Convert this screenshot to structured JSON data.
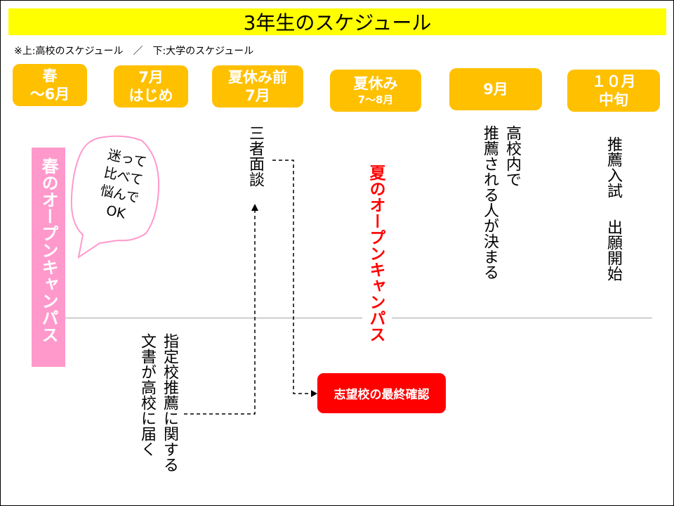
{
  "title": "3年生のスケジュール",
  "legend_note": "※上:高校のスケジュール　／　下:大学のスケジュール",
  "periods": [
    {
      "line1": "春",
      "line2": "～6月"
    },
    {
      "line1": "7月",
      "line2": "はじめ"
    },
    {
      "line1": "夏休み前",
      "line2": "7月"
    },
    {
      "line1": "夏休み",
      "line2": "7～8月"
    },
    {
      "line1": "9月",
      "line2": ""
    },
    {
      "line1": "１０月",
      "line2": "中旬"
    }
  ],
  "events": {
    "spring_open_campus": "春のオープンキャンパス",
    "bubble_line1": "迷って",
    "bubble_line2": "比べて",
    "bubble_line3": "悩んで",
    "bubble_line4": "OK",
    "three_party_meeting": "三者面談",
    "summer_open_campus": "夏のオープンキャンパス",
    "school_recommendation_decided_line1": "高校内で",
    "school_recommendation_decided_line2": "推薦される人が決まる",
    "recommendation_exam_line1": "推薦入試",
    "recommendation_exam_line2": "出願開始",
    "designated_docs_line1": "指定校推薦に関する",
    "designated_docs_line2": "文書が高校に届く",
    "final_confirmation": "志望校の最終確認"
  },
  "colors": {
    "title_bg": "#ffff00",
    "period_bg": "#ffc000",
    "spring_band": "#ff99cc",
    "bubble_border": "#ff99cc",
    "summer_text": "#ff0000",
    "final_box": "#ff0000"
  }
}
